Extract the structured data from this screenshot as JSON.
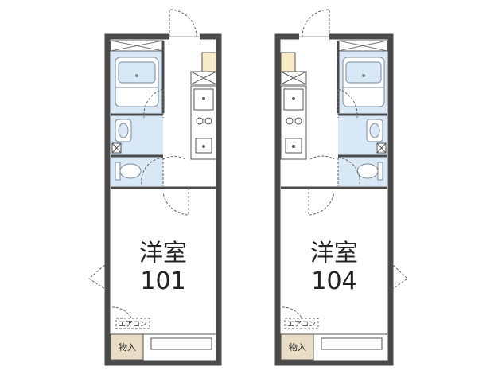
{
  "units": [
    {
      "room_type": "洋室",
      "number": "101",
      "aircon_label": "エアコン",
      "storage_label": "物入"
    },
    {
      "room_type": "洋室",
      "number": "104",
      "aircon_label": "エアコン",
      "storage_label": "物入"
    }
  ],
  "colors": {
    "wall": "#4a4a4a",
    "wet_area": "#d9e8f7",
    "fixture_stroke": "#7a8a99",
    "storage_fill": "#e8dcc4",
    "dashed": "#666666"
  }
}
